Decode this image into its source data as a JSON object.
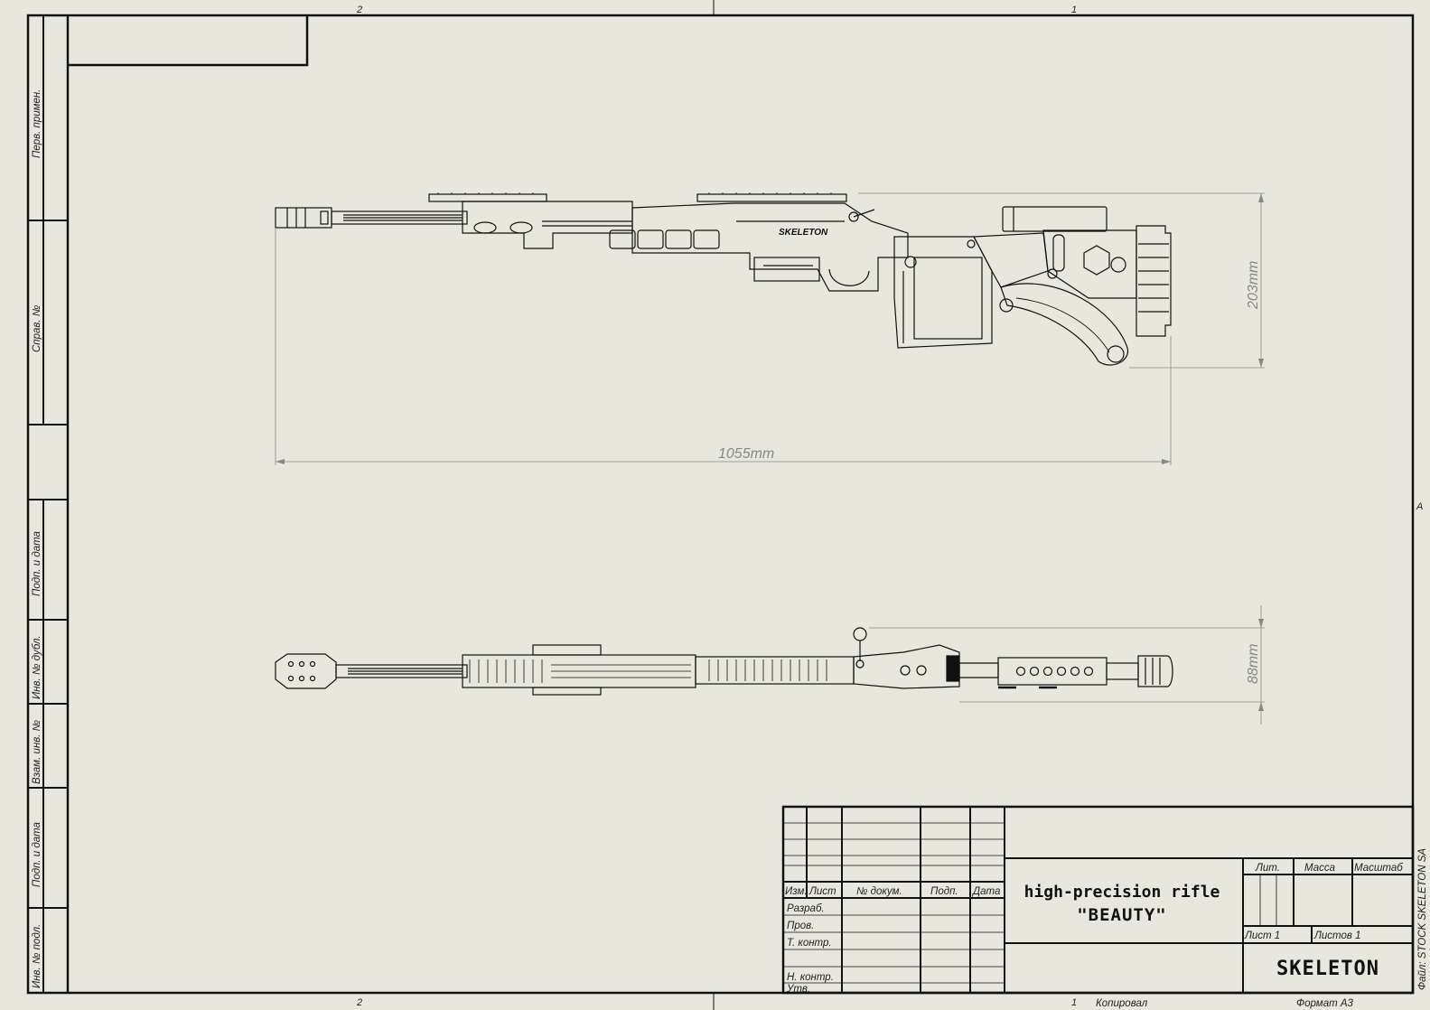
{
  "zones": {
    "top_left": "2",
    "top_right": "1",
    "bottom_left": "2",
    "bottom_right": "1",
    "right": "A"
  },
  "side_labels": {
    "perv_primen": "Перв. примен.",
    "sprav_no": "Справ. №",
    "podp_data_1": "Подп. и дата",
    "inv_dubl": "Инв. № дубл.",
    "vzam_inv": "Взам. инв. №",
    "podp_data_2": "Подп. и дата",
    "inv_podl": "Инв. № подл."
  },
  "dimensions": {
    "overall_length": "1055mm",
    "side_height": "203mm",
    "top_width": "88mm"
  },
  "drawing_labels": {
    "logo_on_rifle": "SKELETON"
  },
  "title_block": {
    "header": {
      "izm": "Изм.",
      "list": "Лист",
      "no_dokum": "№ докум.",
      "podp": "Подп.",
      "data": "Дата"
    },
    "roles": {
      "razrab": "Разраб.",
      "prov": "Пров.",
      "t_kontr": "Т. контр.",
      "n_kontr": "Н. контр.",
      "utv": "Утв."
    },
    "title_line1": "high-precision rifle",
    "title_line2": "\"BEAUTY\"",
    "lit": "Лит.",
    "massa": "Масса",
    "masshtab": "Масштаб",
    "list_label": "Лист 1",
    "listov_label": "Листов 1",
    "company": "SKELETON",
    "file": "Файл: STOCK SKELETON SA"
  },
  "footer": {
    "kopiroval": "Копировал",
    "format": "Формат A3"
  }
}
